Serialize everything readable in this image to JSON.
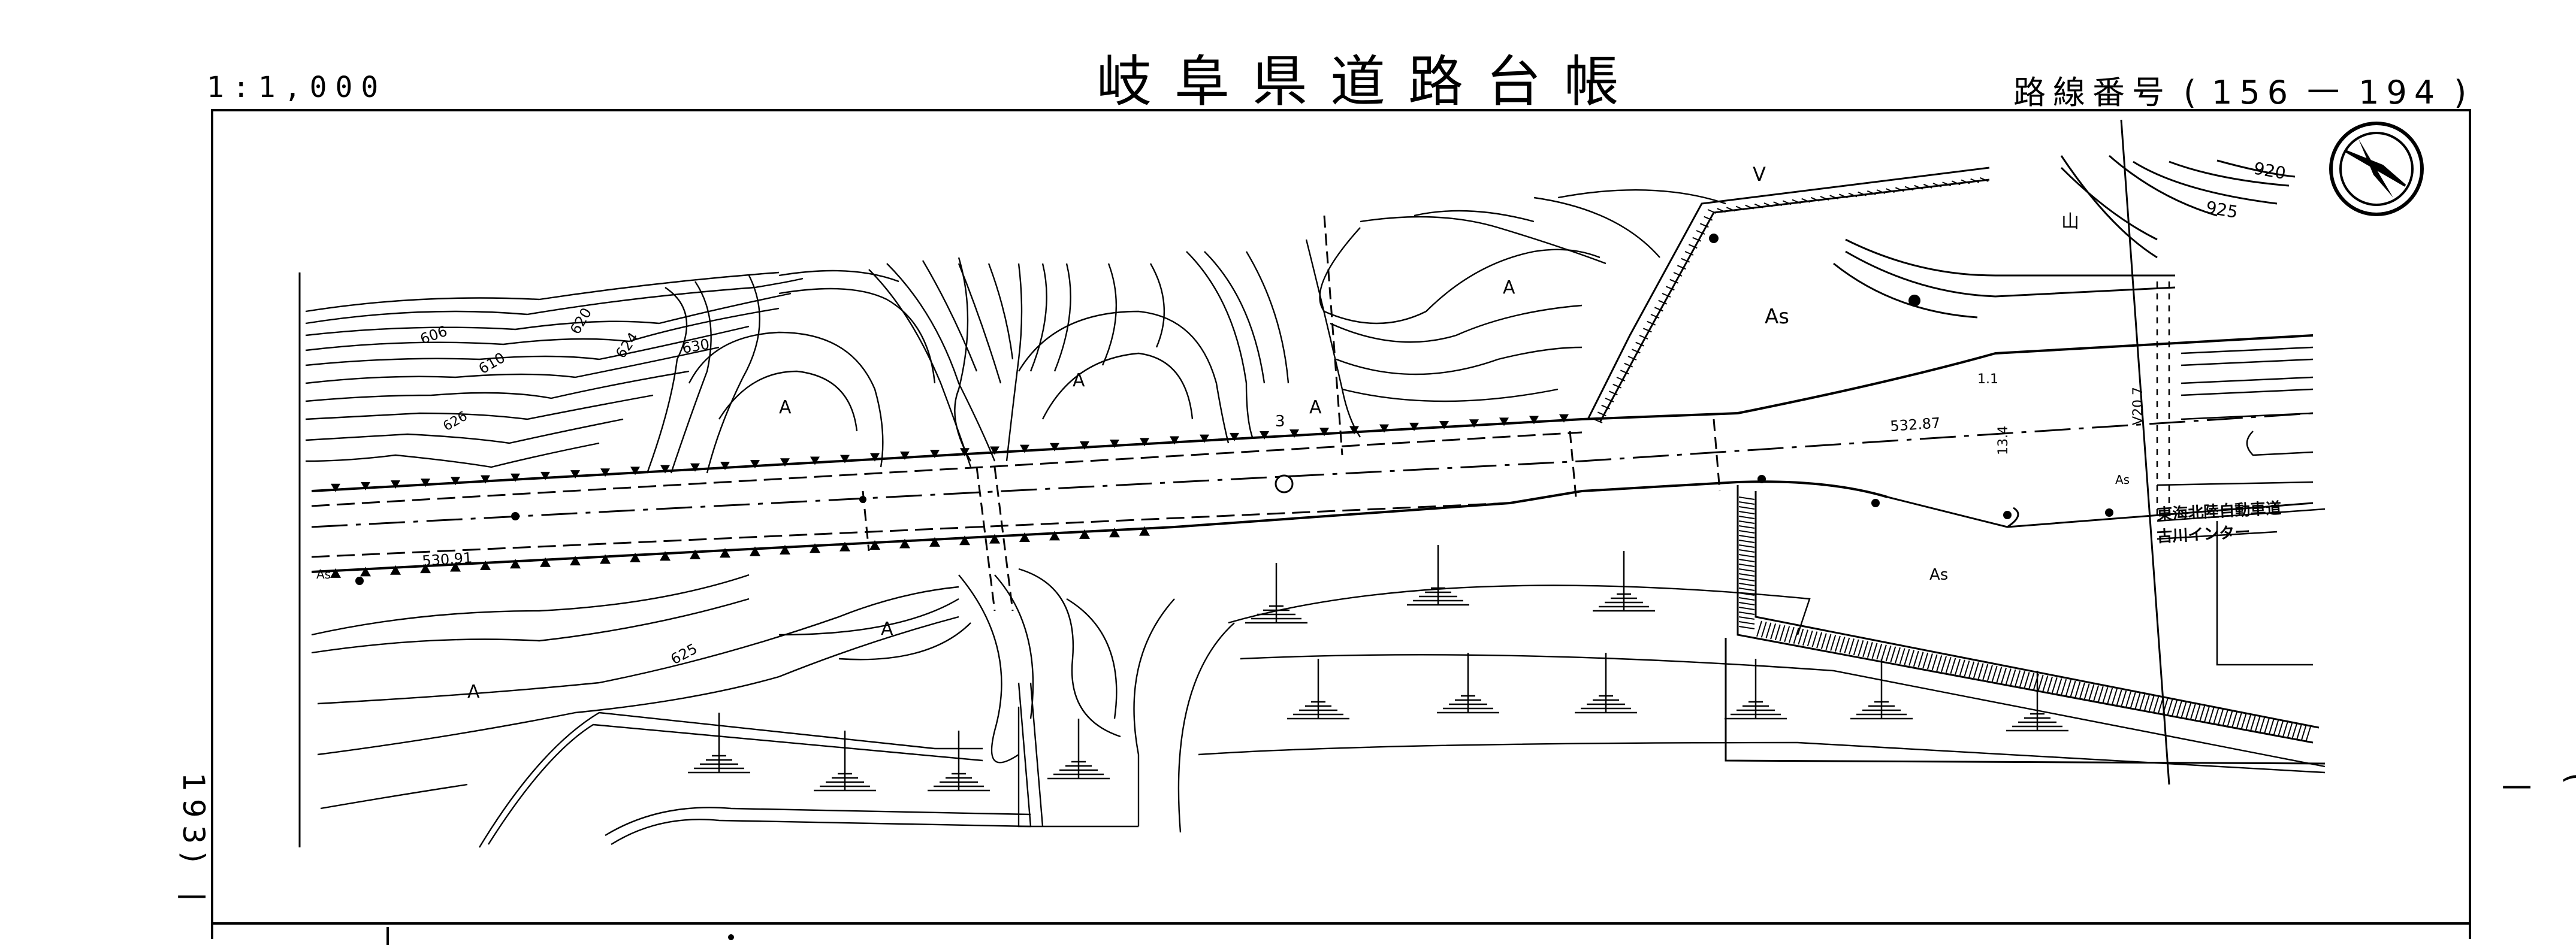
{
  "header": {
    "title": "岐阜県道路台帳",
    "scale": "1:1,000",
    "route_label": "路線番号",
    "route_open": "(",
    "route_from": "156",
    "route_dash": "一",
    "route_to": "194",
    "route_close": ")"
  },
  "edges": {
    "left_label": "193)",
    "left_dash": "一",
    "right_paren": "(",
    "right_dash": "一"
  },
  "map": {
    "contours": [
      "606",
      "610",
      "620",
      "624",
      "630",
      "626",
      "920",
      "925",
      "625"
    ],
    "chainages": [
      "530.91",
      "532.87"
    ],
    "land_use_labels": {
      "a1": "A",
      "a2": "A",
      "a3": "A",
      "a4": "A",
      "a5": "A",
      "a6": "A",
      "as_upper": "As",
      "as_lower": "As",
      "as_small1": "As",
      "as_small2": "As"
    },
    "small_labels": {
      "n3": "3",
      "v_mark": "V",
      "v207": "V20.7",
      "d134": "13.4",
      "d11": "1.1",
      "mountain": "山"
    },
    "road_name_lines": [
      "東海北陸自動車道",
      "古川インター"
    ]
  },
  "north_arrow": "north-arrow-icon"
}
